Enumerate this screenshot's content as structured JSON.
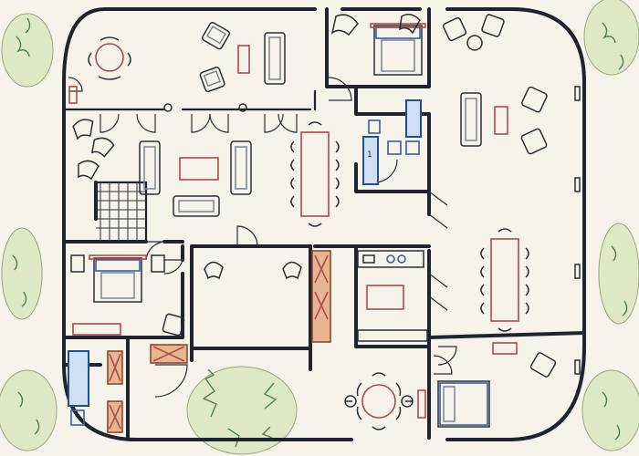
{
  "diagram": {
    "type": "architectural-floor-plan",
    "style": "hand-drawn marker sketch",
    "fixture_labels": {
      "shower_number": "1"
    },
    "colors": {
      "paper": "#f6f3ea",
      "walls": "#1f2330",
      "furniture_red": "#b04a48",
      "furniture_blue": "#3a5f9c",
      "bath_fixture_fill": "#cfe0f2",
      "closet_fill": "#e7b690",
      "landscaping": "#4f7d56"
    },
    "icons": [
      "tree-icon",
      "shrub-icon",
      "door-swing-icon",
      "stair-icon"
    ]
  }
}
